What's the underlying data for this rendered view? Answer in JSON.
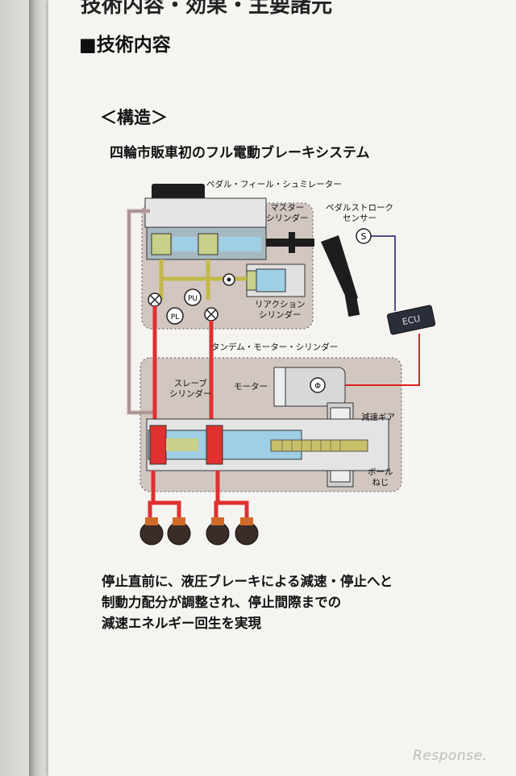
{
  "top_heading_partial": "技術内容・効果・主要諸元",
  "section_heading": "■技術内容",
  "sub_heading": "＜構造＞",
  "diagram": {
    "title": "四輪市販車初のフル電動ブレーキシステム",
    "labels": {
      "pedal_feel_simulator": "ペダル・フィール・シュミレーター",
      "master_cylinder": "マスター\nシリンダー",
      "pedal_stroke_sensor": "ペダルストローク\nセンサー",
      "reaction_cylinder": "リアクション\nシリンダー",
      "tandem_motor_cylinder": "タンデム・モーター・シリンダー",
      "slave_cylinder": "スレーブ\nシリンダー",
      "motor": "モーター",
      "reduction_gear": "減速ギア",
      "ball_screw": "ボール\nねじ",
      "ecu": "ECU",
      "sensor_s": "S",
      "sensor_pu": "PU",
      "sensor_pl": "PL",
      "motor_phi": "Φ"
    }
  },
  "description_lines": [
    "停止直前に、液圧ブレーキによる減速・停止へと",
    "制動力配分が調整され、停止間際までの",
    "減速エネルギー回生を実現"
  ],
  "watermark": "Response."
}
